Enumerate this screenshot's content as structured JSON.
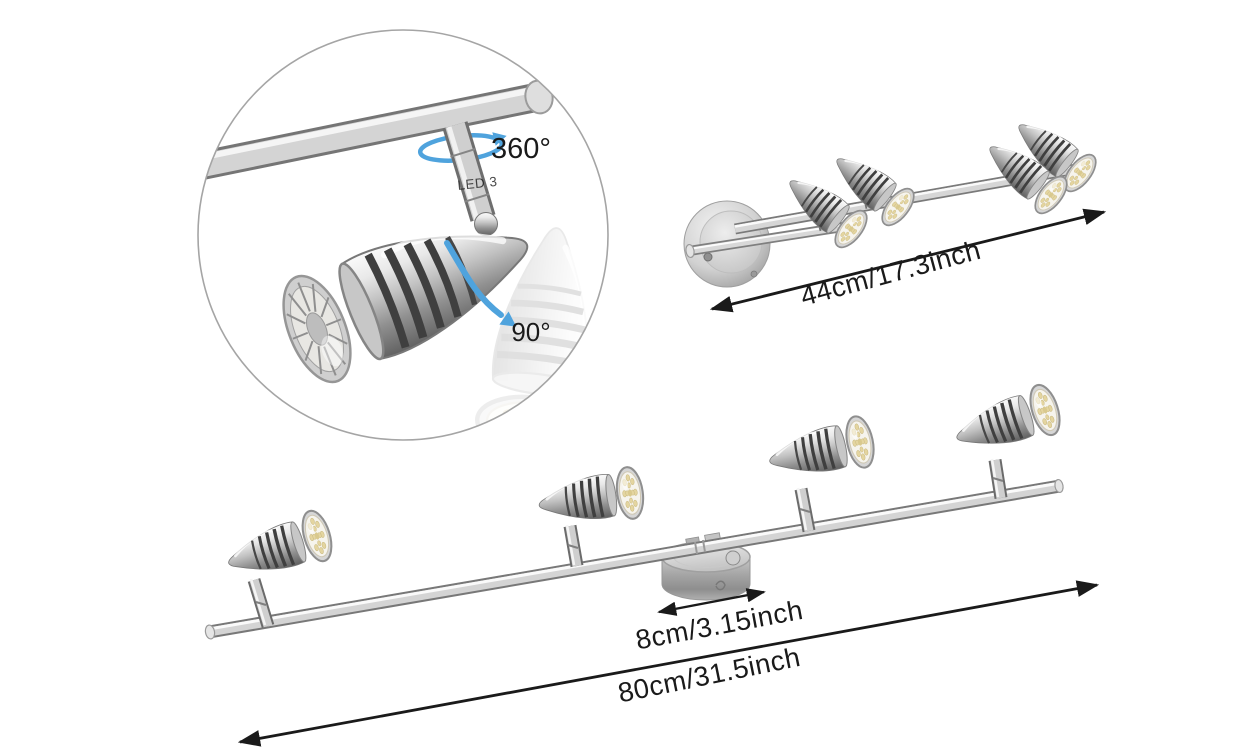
{
  "image": {
    "background_color": "#ffffff",
    "accent_blue": "#4fa3dd",
    "annotation_black": "#1a1a1a",
    "metal_light": "#eaeaea",
    "metal_dark": "#636363",
    "inset_outline_gray": "#a5a5a5"
  },
  "icons": {
    "rotation_360_arrow": "elliptical-swivel-arrow",
    "rotation_90_arrow": "curved-tilt-arrow",
    "dimension_arrow": "double-headed-arrow"
  },
  "detail_inset": {
    "rotation_full_label": "360°",
    "rotation_tilt_label": "90°",
    "stem_marking": "LED 3"
  },
  "wall_bar_fixture": {
    "length_label": "44cm/17.3inch"
  },
  "long_bar_fixture": {
    "canopy_width_label": "8cm/3.15inch",
    "bar_length_label": "80cm/31.5inch"
  }
}
